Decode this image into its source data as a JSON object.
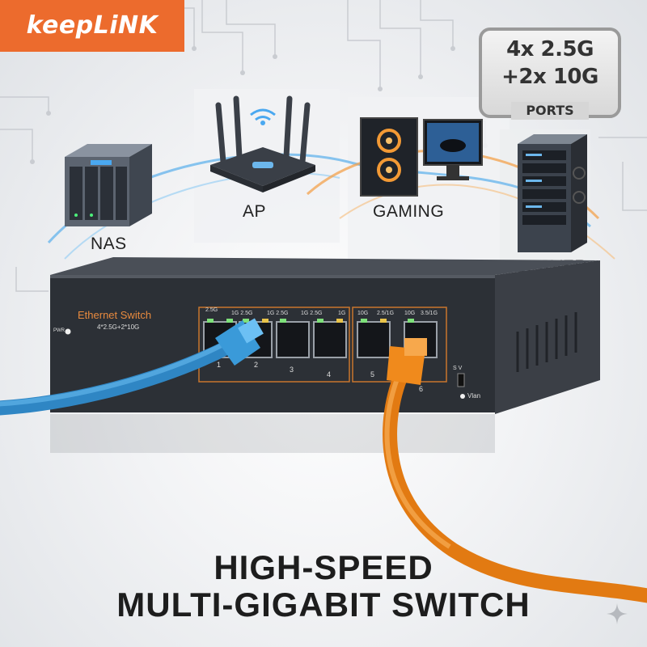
{
  "brand": {
    "name": "keepLiNK",
    "color": "#ec6b2d"
  },
  "badge": {
    "line1": "4x 2.5G",
    "line2": "+2x 10G",
    "line3": "PORTS"
  },
  "devices": [
    {
      "label": "NAS",
      "icon": "nas-icon"
    },
    {
      "label": "AP",
      "icon": "router-icon"
    },
    {
      "label": "GAMING",
      "icon": "gaming-pc-icon"
    },
    {
      "label": "SERVER",
      "icon": "server-rack-icon"
    }
  ],
  "switch": {
    "name": "Ethernet Switch",
    "subtitle": "4*2.5G+2*10G",
    "pwr": "PWR",
    "vlan": "Vlan",
    "sv": "S V",
    "port_speed_labels": [
      "2.5G",
      "1G 2.5G",
      "1G 2.5G",
      "1G 2.5G",
      "1G",
      "10G",
      "2.5/1G",
      "10G",
      "3.5/1G"
    ],
    "port_numbers": [
      "1",
      "2",
      "3",
      "4",
      "5",
      "6"
    ]
  },
  "cables": {
    "left_color": "#3a9ad9",
    "right_color": "#f08a1c"
  },
  "headline": {
    "line1": "HIGH-SPEED",
    "line2": "MULTI-GIGABIT SWITCH"
  }
}
